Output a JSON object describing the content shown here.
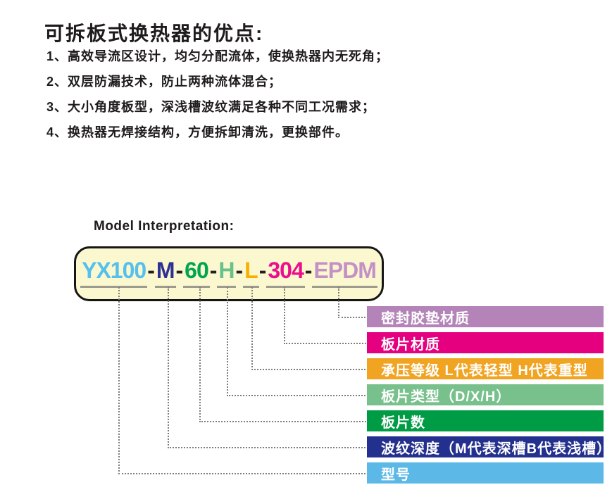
{
  "header": {
    "title": "可拆板式换热器的优点:",
    "advantages": [
      "1、高效导流区设计，均匀分配流体，使换热器内无死角；",
      "2、双层防漏技术，防止两种流体混合；",
      "3、大小角度板型，深浅槽波纹满足各种不同工况需求；",
      "4、换热器无焊接结构，方便拆卸清洗，更换部件。"
    ]
  },
  "model": {
    "heading": "Model Interpretation:",
    "dash": "-",
    "code_full": "YX100-M-60-H-L-304-EPDM",
    "segments": [
      {
        "text": "YX100",
        "color": "#55c0ee"
      },
      {
        "text": "M",
        "color": "#2e3192"
      },
      {
        "text": "60",
        "color": "#00a551"
      },
      {
        "text": "H",
        "color": "#68c08c"
      },
      {
        "text": "L",
        "color": "#f8b000"
      },
      {
        "text": "304",
        "color": "#ec0e8c"
      },
      {
        "text": "EPDM",
        "color": "#c491c6"
      }
    ]
  },
  "legend": {
    "bars": [
      {
        "label": "密封胶垫材质",
        "color": "#b484b8"
      },
      {
        "label": "板片材质",
        "color": "#e5007f"
      },
      {
        "label": "承压等级 L代表轻型 H代表重型",
        "color": "#f0a422"
      },
      {
        "label": "板片类型（D/X/H）",
        "color": "#78c18c"
      },
      {
        "label": "板片数",
        "color": "#009b45"
      },
      {
        "label": "波纹深度（M代表深槽B代表浅槽）",
        "color": "#24308d"
      },
      {
        "label": "型号",
        "color": "#5cb8e6"
      }
    ]
  }
}
